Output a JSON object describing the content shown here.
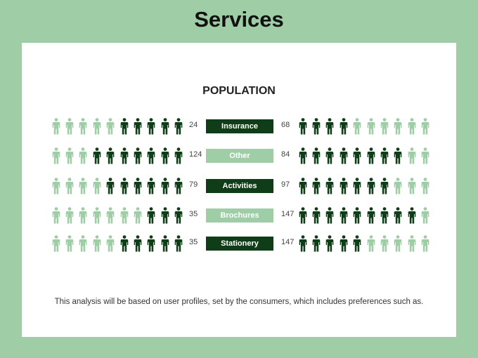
{
  "title": "Services",
  "subtitle": "POPULATION",
  "colors": {
    "dark": "#0f3d17",
    "light": "#9ecda6",
    "background": "#9ecda6"
  },
  "rows": [
    {
      "label": "Insurance",
      "left_value": "24",
      "right_value": "68",
      "label_style": "dark",
      "left_filled": 5,
      "right_filled": 4
    },
    {
      "label": "Other",
      "left_value": "124",
      "right_value": "84",
      "label_style": "light",
      "left_filled": 7,
      "right_filled": 8
    },
    {
      "label": "Activities",
      "left_value": "79",
      "right_value": "97",
      "label_style": "dark",
      "left_filled": 6,
      "right_filled": 7
    },
    {
      "label": "Brochures",
      "left_value": "35",
      "right_value": "147",
      "label_style": "light",
      "left_filled": 3,
      "right_filled": 9
    },
    {
      "label": "Stationery",
      "left_value": "35",
      "right_value": "147",
      "label_style": "dark",
      "left_filled": 5,
      "right_filled": 5
    }
  ],
  "note": "This analysis will be based on user profiles, set by the consumers, which includes preferences such as."
}
